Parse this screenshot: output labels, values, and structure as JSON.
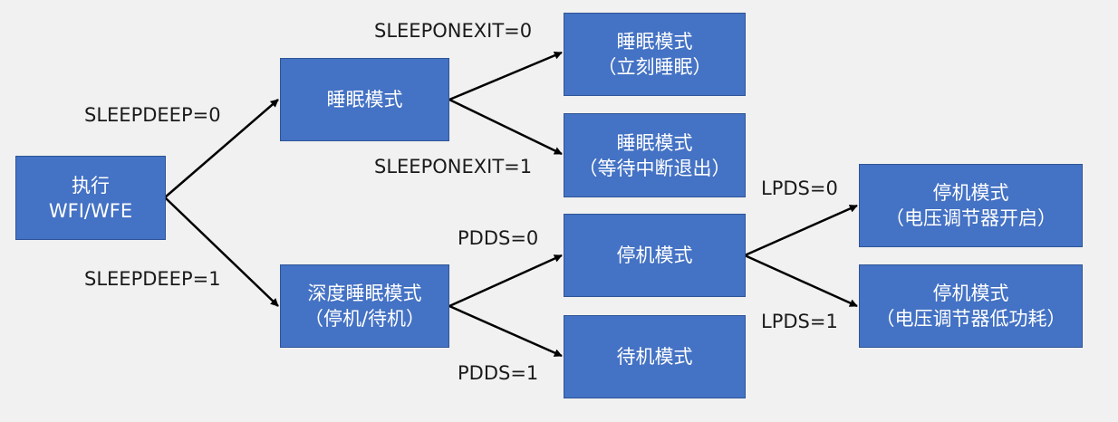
{
  "nodes": {
    "execute": {
      "line1": "执行",
      "line2": "WFI/WFE"
    },
    "sleep_mode": {
      "line1": "睡眠模式"
    },
    "sleep_immediate": {
      "line1": "睡眠模式",
      "line2": "（立刻睡眠）"
    },
    "sleep_on_exit": {
      "line1": "睡眠模式",
      "line2": "（等待中断退出）"
    },
    "deep_sleep": {
      "line1": "深度睡眠模式",
      "line2": "（停机/待机）"
    },
    "stop_mode": {
      "line1": "停机模式"
    },
    "standby_mode": {
      "line1": "待机模式"
    },
    "stop_regulator_on": {
      "line1": "停机模式",
      "line2": "（电压调节器开启）"
    },
    "stop_regulator_lowpower": {
      "line1": "停机模式",
      "line2": "（电压调节器低功耗）"
    }
  },
  "labels": {
    "sleepdeep_0": "SLEEPDEEP=0",
    "sleepdeep_1": "SLEEPDEEP=1",
    "sleeponexit_0": "SLEEPONEXIT=0",
    "sleeponexit_1": "SLEEPONEXIT=1",
    "pdds_0": "PDDS=0",
    "pdds_1": "PDDS=1",
    "lpds_0": "LPDS=0",
    "lpds_1": "LPDS=1"
  },
  "colors": {
    "node_fill": "#4472c4",
    "node_border": "#2f5597",
    "node_text": "#ffffff",
    "arrow": "#000000",
    "background": "#f1f1f1"
  }
}
